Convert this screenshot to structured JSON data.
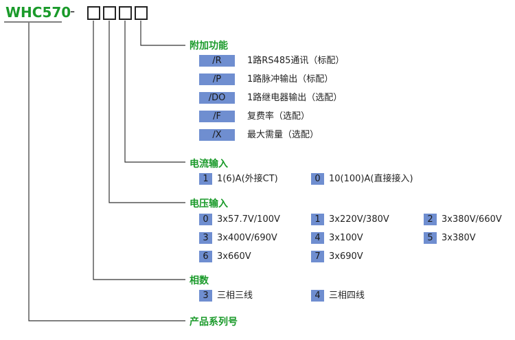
{
  "model": "WHC570",
  "dash": "-",
  "sections": {
    "functions": {
      "title": "附加功能",
      "items": [
        {
          "code": "/R",
          "label": "1路RS485通讯（标配）"
        },
        {
          "code": "/P",
          "label": "1路脉冲输出（标配）"
        },
        {
          "code": "/DO",
          "label": "1路继电器输出（选配）"
        },
        {
          "code": "/F",
          "label": "复费率（选配）"
        },
        {
          "code": "/X",
          "label": "最大需量（选配）"
        }
      ]
    },
    "current": {
      "title": "电流输入",
      "items": [
        {
          "code": "1",
          "label": "1(6)A(外接CT)"
        },
        {
          "code": "0",
          "label": "10(100)A(直接接入)"
        }
      ]
    },
    "voltage": {
      "title": "电压输入",
      "items": [
        {
          "code": "0",
          "label": "3x57.7V/100V"
        },
        {
          "code": "1",
          "label": "3x220V/380V"
        },
        {
          "code": "2",
          "label": "3x380V/660V"
        },
        {
          "code": "3",
          "label": "3x400V/690V"
        },
        {
          "code": "4",
          "label": "3x100V"
        },
        {
          "code": "5",
          "label": "3x380V"
        },
        {
          "code": "6",
          "label": "3x660V"
        },
        {
          "code": "7",
          "label": "3x690V"
        }
      ]
    },
    "phases": {
      "title": "相数",
      "items": [
        {
          "code": "3",
          "label": "三相三线"
        },
        {
          "code": "4",
          "label": "三相四线"
        }
      ]
    },
    "series": {
      "title": "产品系列号"
    }
  },
  "colors": {
    "accent": "#1a9a2a",
    "tag_bg": "#6f8ed0",
    "line": "#333333"
  }
}
